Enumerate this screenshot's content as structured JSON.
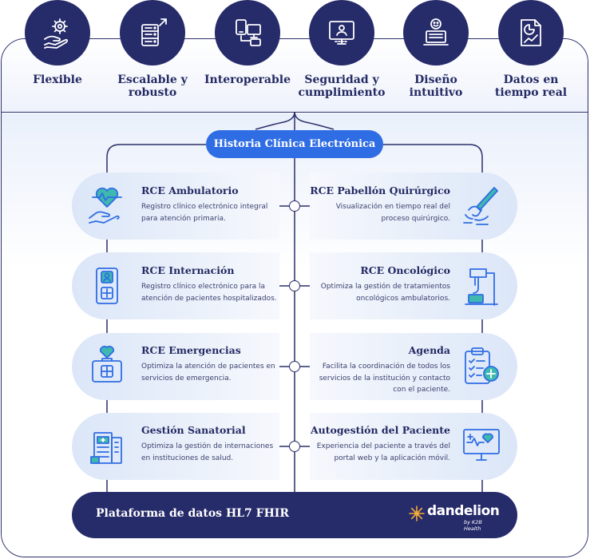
{
  "features": [
    {
      "label": "Flexible",
      "icon": "gear-hand-icon"
    },
    {
      "label": "Escalable y robusto",
      "icon": "server-growth-icon"
    },
    {
      "label": "Interoperable",
      "icon": "devices-icon"
    },
    {
      "label": "Seguridad y cumplimiento",
      "icon": "secure-monitor-icon"
    },
    {
      "label": "Diseño intuitivo",
      "icon": "smiley-laptop-icon"
    },
    {
      "label": "Datos en tiempo real",
      "icon": "chart-document-icon"
    }
  ],
  "center_title": "Historia Clínica Electrónica",
  "left_modules": [
    {
      "title": "RCE Ambulatorio",
      "desc": "Registro clínico electrónico integral para atención primaria.",
      "icon": "heart-hand-icon"
    },
    {
      "title": "RCE Internación",
      "desc": "Registro clínico electrónico para la atención de pacientes hospitalizados.",
      "icon": "patient-id-icon"
    },
    {
      "title": "RCE Emergencias",
      "desc": "Optimiza la atención de pacientes en servicios de emergencia.",
      "icon": "first-aid-kit-icon"
    },
    {
      "title": "Gestión Sanatorial",
      "desc": "Optimiza la gestión de internaciones en instituciones de salud.",
      "icon": "hospital-building-icon"
    }
  ],
  "right_modules": [
    {
      "title": "RCE Pabellón Quirúrgico",
      "desc": "Visualización en tiempo real del proceso quirúrgico.",
      "icon": "scalpel-hand-icon"
    },
    {
      "title": "RCE Oncológico",
      "desc": "Optimiza la gestión de tratamientos oncológicos ambulatorios.",
      "icon": "iv-drip-icon"
    },
    {
      "title": "Agenda",
      "desc": "Facilita la coordinación de todos los servicios de la institución y contacto con el paciente.",
      "icon": "clipboard-checklist-icon"
    },
    {
      "title": "Autogestión del Paciente",
      "desc": "Experiencia del paciente a través del portal web y la aplicación móvil.",
      "icon": "heart-monitor-icon"
    }
  ],
  "platform": {
    "label": "Plataforma de datos HL7 FHIR"
  },
  "brand": {
    "name": "dandelion",
    "by": "by K2B Health"
  },
  "colors": {
    "navy": "#262b6a",
    "accent_blue": "#2f6de4",
    "icon_blue": "#2f6de4",
    "icon_teal": "#3fb8b0"
  }
}
